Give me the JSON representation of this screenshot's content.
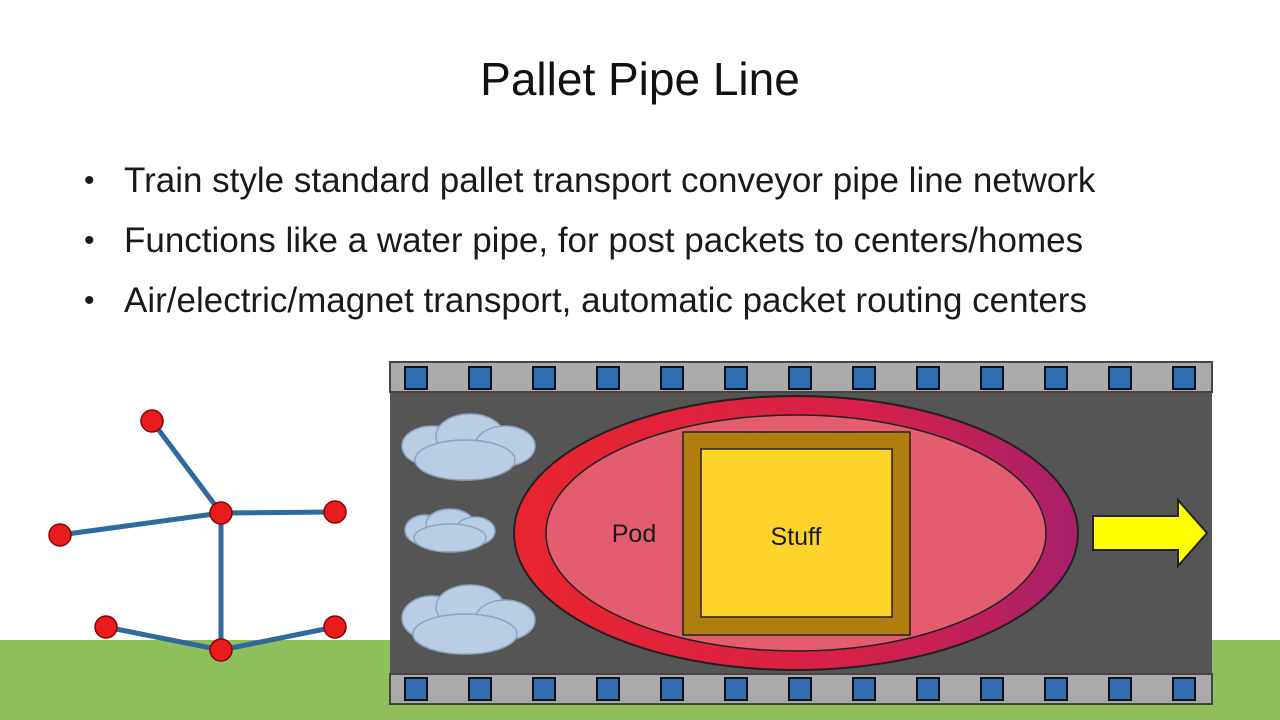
{
  "slide": {
    "title": "Pallet Pipe Line",
    "bullets": [
      "Train style standard pallet transport conveyor pipe line network",
      "Functions like a water pipe, for post packets to centers/homes",
      "Air/electric/magnet transport, automatic packet routing centers"
    ]
  },
  "diagram": {
    "pod_label": "Pod",
    "stuff_label": "Stuff",
    "network_icon": "network-graph-icon",
    "arrow_icon": "right-arrow-icon",
    "colors": {
      "ground": "#8fbf5a",
      "pipe": "#555555",
      "rail": "#aaaaaa",
      "rail_block": "#2e6eb0",
      "pod_outer": "#e0303c",
      "pod_inner": "#e35d6e",
      "crate": "#b07d0f",
      "stuff": "#ffd42a",
      "arrow": "#ffff00",
      "network_edge": "#2e6a9e",
      "network_node": "#e81c1c",
      "cloud": "#b9cde4"
    }
  }
}
